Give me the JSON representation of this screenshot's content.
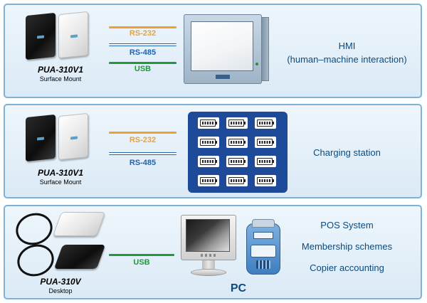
{
  "colors": {
    "rs232": "#f0a030",
    "rs485": "#1e64b4",
    "usb": "#1e9a3c",
    "text_blue": "#0b4a7e"
  },
  "rows": [
    {
      "model": "PUA-310V1",
      "mount": "Surface Mount",
      "interfaces": [
        "RS-232",
        "RS-485",
        "USB"
      ],
      "target_lines": [
        "HMI",
        "(human–machine interaction)"
      ],
      "device_icon": "hmi-panel-icon"
    },
    {
      "model": "PUA-310V1",
      "mount": "Surface Mount",
      "interfaces": [
        "RS-232",
        "RS-485"
      ],
      "target_lines": [
        "Charging station"
      ],
      "device_icon": "charging-station-icon"
    },
    {
      "model": "PUA-310V",
      "mount": "Desktop",
      "interfaces": [
        "USB"
      ],
      "pc_label": "PC",
      "target_lines": [
        "POS System",
        "Membership schemes",
        "Copier accounting"
      ],
      "device_icon": "pc-monitor-icon"
    }
  ]
}
